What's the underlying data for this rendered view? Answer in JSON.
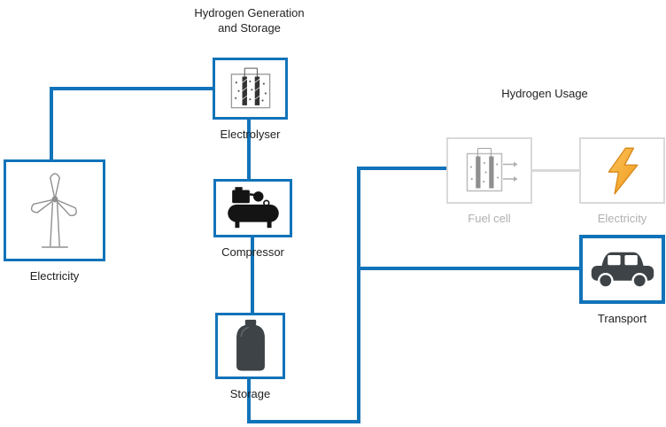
{
  "headings": {
    "generation": "Hydrogen Generation\nand Storage",
    "usage": "Hydrogen Usage"
  },
  "nodes": {
    "electricity_source": {
      "label": "Electricity"
    },
    "electrolyser": {
      "label": "Electrolyser"
    },
    "compressor": {
      "label": "Compressor"
    },
    "storage": {
      "label": "Storage"
    },
    "fuel_cell": {
      "label": "Fuel cell"
    },
    "electricity_output": {
      "label": "Electricity"
    },
    "transport": {
      "label": "Transport"
    }
  },
  "colors": {
    "active_blue": "#1173b9",
    "inactive_border": "#d9d9d9",
    "inactive_text": "#b0b0b0",
    "bolt_orange": "#f5a83a",
    "icon_dark": "#3d4347"
  }
}
